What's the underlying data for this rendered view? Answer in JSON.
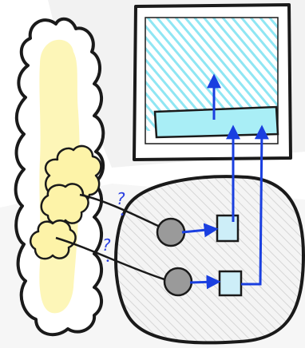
{
  "diagram": {
    "annotations": [
      {
        "id": "upper-link-question",
        "text": "?"
      },
      {
        "id": "lower-link-question",
        "text": "?"
      }
    ],
    "colors": {
      "background_gray": "#f0f0f0",
      "outline": "#1a1a1a",
      "cloud_fill": "#fdf6b8",
      "cluster_fill": "#fdf3a8",
      "screen_fill": "#ffffff",
      "screen_hatch": "#8fe6f3",
      "bar_fill": "#a9eef6",
      "arrow_blue": "#1a3fe0",
      "circle_fill": "#f3f3f3",
      "node_gray": "#9a9a9a",
      "square_fill": "#cdeef8",
      "question_color": "#2a3fe0"
    },
    "icons": [
      "cloud-shape",
      "screen-panel",
      "round-module",
      "node-circle",
      "square-box",
      "arrow-up-icon"
    ]
  }
}
